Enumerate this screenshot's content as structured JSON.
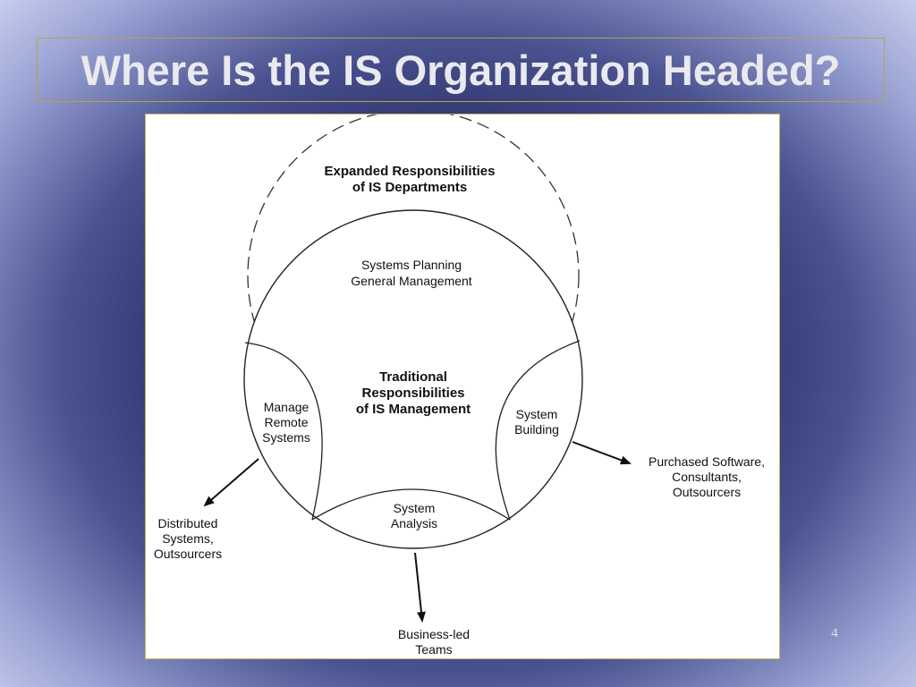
{
  "slide": {
    "title": "Where Is the IS Organization Headed?",
    "page_number": "4"
  },
  "diagram": {
    "expanded": {
      "line1": "Expanded Responsibilities",
      "line2": "of IS Departments"
    },
    "planning": {
      "line1": "Systems Planning",
      "line2": "General Management"
    },
    "traditional": {
      "line1": "Traditional",
      "line2": "Responsibilities",
      "line3": "of IS Management"
    },
    "manage_remote": {
      "line1": "Manage",
      "line2": "Remote",
      "line3": "Systems"
    },
    "system_building": {
      "line1": "System",
      "line2": "Building"
    },
    "system_analysis": {
      "line1": "System",
      "line2": "Analysis"
    },
    "distributed": {
      "line1": "Distributed",
      "line2": "Systems,",
      "line3": "Outsourcers"
    },
    "purchased": {
      "line1": "Purchased Software,",
      "line2": "Consultants,",
      "line3": "Outsourcers"
    },
    "business_led": {
      "line1": "Business-led",
      "line2": "Teams"
    }
  }
}
